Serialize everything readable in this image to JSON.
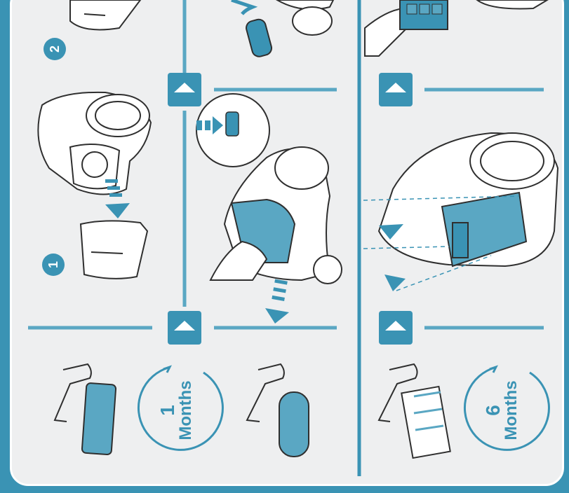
{
  "colors": {
    "accent": "#3a93b4",
    "panel": "#eeeff0",
    "line": "#2f2f2f"
  },
  "steps": {
    "top_left": "2",
    "bottom_left": "1"
  },
  "intervals": [
    {
      "num": "1",
      "unit": "Months"
    },
    {
      "num": "6",
      "unit": "Months"
    }
  ],
  "icons": [
    "up-arrow-badge",
    "vacuum-icon",
    "filter-icon",
    "hand-icon",
    "arrow-icon"
  ]
}
